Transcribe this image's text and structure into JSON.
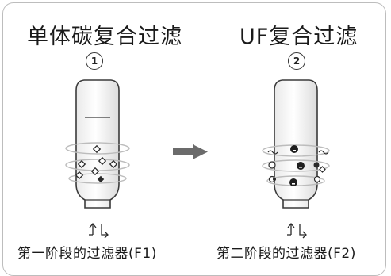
{
  "stages": [
    {
      "title": "单体碳复合过滤",
      "step": "1",
      "caption": "第一阶段的过滤器(F1)"
    },
    {
      "title": "UF复合过滤",
      "step": "2",
      "caption": "第二阶段的过滤器(F2)"
    }
  ],
  "colors": {
    "frame": "#bdbdbd",
    "arrow": "#6b6b6b",
    "outline": "#3a3a3a",
    "ring": "#b8b8b8"
  }
}
